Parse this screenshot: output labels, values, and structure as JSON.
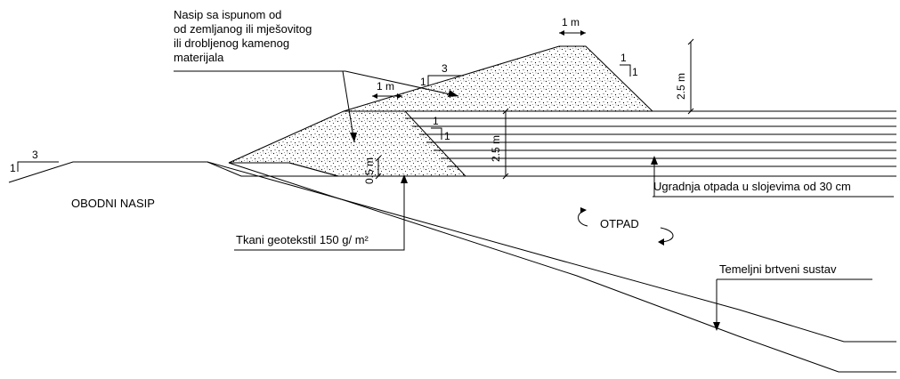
{
  "labels": {
    "fill_note": [
      "Nasip sa ispunom od",
      "od zemljanog ili mješovitog",
      "ili drobljenog kamenog",
      "materijala"
    ],
    "perimeter_dike": "OBODNI NASIP",
    "geotextile": "Tkani geotekstil 150 g/ m²",
    "waste": "OTPAD",
    "waste_layers": "Ugradnja otpada u slojevima od 30 cm",
    "base_seal": "Temeljni brtveni sustav"
  },
  "dimensions": {
    "top_crest_width": "1 m",
    "lower_crest_width": "1 m",
    "upper_height": "2.5 m",
    "layer_height": "2.5 m",
    "bottom_layer": "0.5 m"
  },
  "slopes": {
    "left_dike": {
      "run": "3",
      "rise": "1"
    },
    "upper_outer": {
      "run": "3",
      "rise": "1"
    },
    "upper_inner": {
      "run": "1",
      "rise": "1"
    },
    "lower_inner": {
      "run": "1",
      "rise": "1"
    }
  },
  "colors": {
    "line": "#000000",
    "fill": "#ffffff"
  }
}
